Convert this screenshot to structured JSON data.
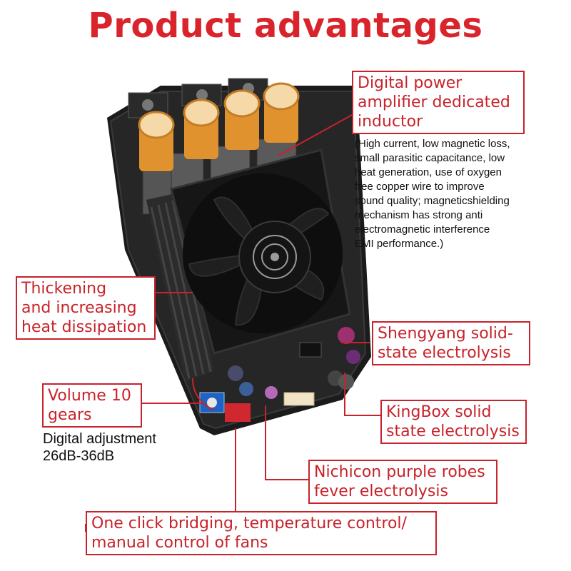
{
  "title": "Product advantages",
  "callouts": {
    "inductor": "Digital power\namplifier dedicated\ninductor",
    "inductor_note": "(High current, low magnetic loss,\nsmall parasitic capacitance, low\nheat generation, use of oxygen\nfree copper wire to improve\nsound quality; magneticshielding\nmechanism has strong anti\n electromagnetic interference\n  EMI performance.)",
    "heatsink": "Thickening\nand increasing\nheat dissipation",
    "shengyang": "Shengyang solid-\nstate electrolysis",
    "volume": "Volume 10\ngears",
    "volume_note": "Digital adjustment\n26dB-36dB",
    "kingbox": "KingBox solid\nstate electrolysis",
    "nichicon": "Nichicon purple robes\nfever electrolysis",
    "bridging": "One click bridging, temperature control/\nmanual control of fans"
  },
  "colors": {
    "accent": "#d9242b",
    "board": "#1a1a1a",
    "capacitor": "#e89a35"
  }
}
